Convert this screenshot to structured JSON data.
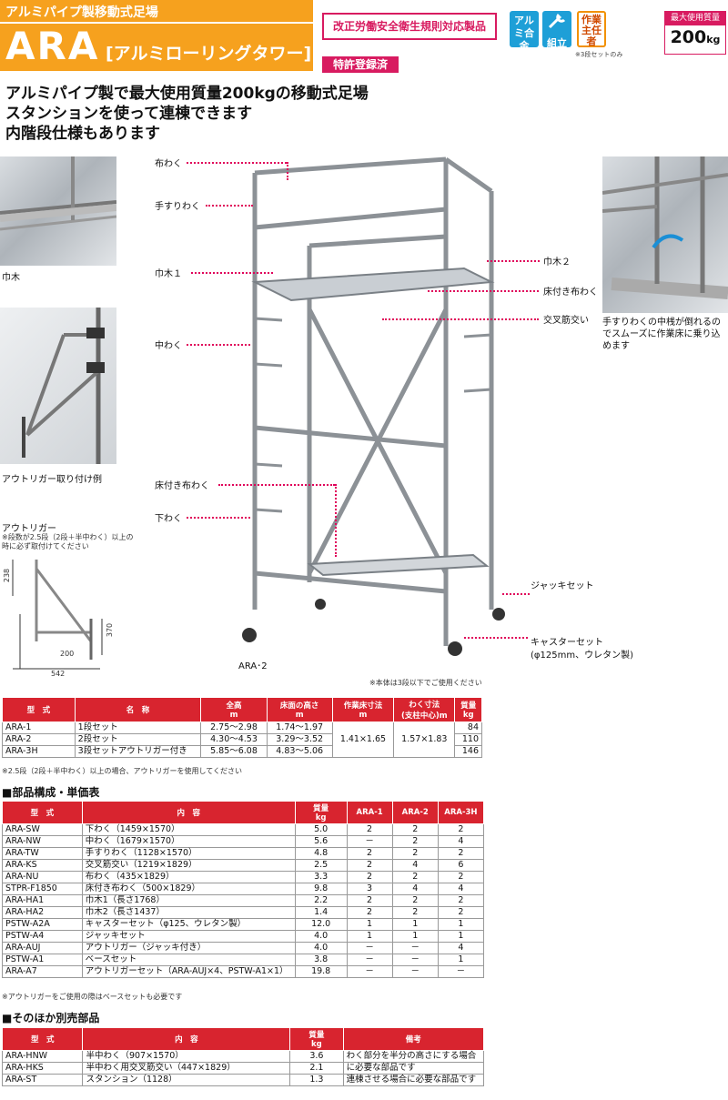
{
  "header": {
    "subtitle": "アルミパイプ製移動式足場",
    "name": "ARA",
    "kana": "[アルミローリングタワー]",
    "compliance": "改正労働安全衛生規則対応製品",
    "patent": "特許登録済",
    "badges": {
      "alloy": "アルミ合金",
      "assemble": "組立",
      "supervisor": "作業主任者",
      "supervisor_note": "※3段セットのみ"
    },
    "max_load_label": "最大使用質量",
    "max_load_value": "200",
    "max_load_unit": "kg"
  },
  "headline": {
    "line1": "アルミパイプ製で最大使用質量200kgの移動式足場",
    "line2": "スタンションを使って連棟できます",
    "line3": "内階段仕様もあります"
  },
  "left_panel": {
    "habaki_caption": "巾木",
    "outrigger_caption": "アウトリガー取り付け例",
    "outrigger_title": "アウトリガー",
    "outrigger_note": "※段数が2.5段（2段＋半中わく）以上の時に必ず取付けてください",
    "dims": {
      "d238": "238",
      "d370": "370",
      "d200": "200",
      "d542": "542"
    }
  },
  "diagram": {
    "labels": {
      "nunowaku": "布わく",
      "tesuriwaku": "手すりわく",
      "habaki1": "巾木１",
      "nakawaku": "中わく",
      "yukanuno": "床付き布わく",
      "shitawaku": "下わく",
      "habaki2": "巾木２",
      "yukanuno_r": "床付き布わく",
      "kousa": "交叉筋交い",
      "jack": "ジャッキセット",
      "caster": "キャスターセット",
      "caster_spec": "(φ125mm、ウレタン製)",
      "model": "ARA･2"
    },
    "right_caption": "手すりわくの中桟が倒れるのでスムーズに作業床に乗り込めます",
    "usage_note": "※本体は3段以下でご使用ください"
  },
  "spec_table": {
    "headers": [
      "型　式",
      "名　称",
      "全高",
      "床面の高さ",
      "作業床寸法",
      "わく寸法",
      "質量"
    ],
    "subheaders": [
      "",
      "",
      "m",
      "m",
      "m",
      "(支柱中心)m",
      "kg"
    ],
    "rows": [
      [
        "ARA-1",
        "1段セット",
        "2.75～2.98",
        "1.74～1.97",
        "84"
      ],
      [
        "ARA-2",
        "2段セット",
        "4.30～4.53",
        "3.29～3.52",
        "110"
      ],
      [
        "ARA-3H",
        "3段セットアウトリガー付き",
        "5.85～6.08",
        "4.83～5.06",
        "146"
      ]
    ],
    "floor_size": "1.41×1.65",
    "frame_size": "1.57×1.83",
    "note": "※2.5段（2段＋半中わく）以上の場合、アウトリガーを使用してください"
  },
  "parts_table": {
    "title": "■部品構成・単価表",
    "headers": [
      "型　式",
      "内　容",
      "質量",
      "ARA-1",
      "ARA-2",
      "ARA-3H"
    ],
    "mass_unit": "kg",
    "rows": [
      [
        "ARA-SW",
        "下わく（1459×1570）",
        "5.0",
        "2",
        "2",
        "2"
      ],
      [
        "ARA-NW",
        "中わく（1679×1570）",
        "5.6",
        "－",
        "2",
        "4"
      ],
      [
        "ARA-TW",
        "手すりわく（1128×1570）",
        "4.8",
        "2",
        "2",
        "2"
      ],
      [
        "ARA-KS",
        "交叉筋交い（1219×1829）",
        "2.5",
        "2",
        "4",
        "6"
      ],
      [
        "ARA-NU",
        "布わく（435×1829）",
        "3.3",
        "2",
        "2",
        "2"
      ],
      [
        "STPR-F1850",
        "床付き布わく（500×1829）",
        "9.8",
        "3",
        "4",
        "4"
      ],
      [
        "ARA-HA1",
        "巾木1（長さ1768）",
        "2.2",
        "2",
        "2",
        "2"
      ],
      [
        "ARA-HA2",
        "巾木2（長さ1437）",
        "1.4",
        "2",
        "2",
        "2"
      ],
      [
        "PSTW-A2A",
        "キャスターセット（φ125、ウレタン製）",
        "12.0",
        "1",
        "1",
        "1"
      ],
      [
        "PSTW-A4",
        "ジャッキセット",
        "4.0",
        "1",
        "1",
        "1"
      ],
      [
        "ARA-AUJ",
        "アウトリガー（ジャッキ付き）",
        "4.0",
        "－",
        "－",
        "4"
      ],
      [
        "PSTW-A1",
        "ベースセット",
        "3.8",
        "－",
        "－",
        "1"
      ],
      [
        "ARA-A7",
        "アウトリガーセット（ARA-AUJ×4、PSTW-A1×1）",
        "19.8",
        "－",
        "－",
        "－"
      ]
    ],
    "note": "※アウトリガーをご使用の際はベースセットも必要です"
  },
  "other_table": {
    "title": "■そのほか別売部品",
    "headers": [
      "型　式",
      "内　容",
      "質量",
      "備考"
    ],
    "mass_unit": "kg",
    "rows": [
      [
        "ARA-HNW",
        "半中わく（907×1570）",
        "3.6",
        "わく部分を半分の高さにする場合"
      ],
      [
        "ARA-HKS",
        "半中わく用交叉筋交い（447×1829）",
        "2.1",
        "に必要な部品です"
      ],
      [
        "ARA-ST",
        "スタンション（1128）",
        "1.3",
        "連棟させる場合に必要な部品です"
      ]
    ]
  }
}
